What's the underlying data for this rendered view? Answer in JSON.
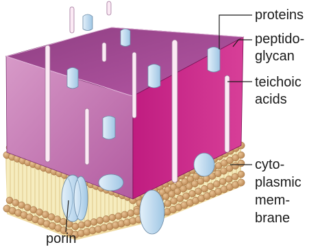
{
  "labels": {
    "proteins": "proteins",
    "peptidoglycan": [
      "peptido-",
      "glycan"
    ],
    "teichoic_acids": [
      "teichoic",
      "acids"
    ],
    "cytoplasmic_membrane": [
      "cyto-",
      "plasmic",
      "mem-",
      "brane"
    ],
    "porin": "porin"
  },
  "colors": {
    "peptidoglycan_top": "#a84a96",
    "peptidoglycan_front": "#c471b3",
    "peptidoglycan_side": "#b21c7a",
    "membrane_fill": "#f6ecbe",
    "lipid_head": "#d3a06a",
    "protein": "#b9d8ee",
    "teichoic_rod": "#fbeaf4"
  }
}
